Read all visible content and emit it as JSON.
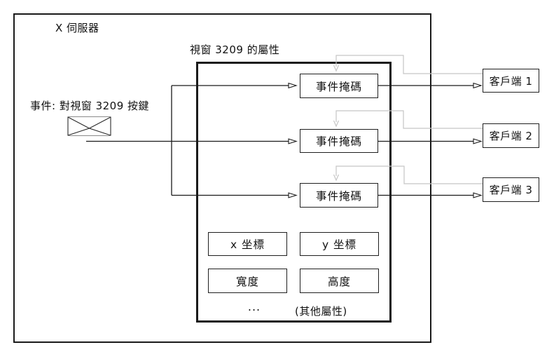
{
  "diagram": {
    "server_label": "X 伺服器",
    "properties_label": "視窗 3209 的屬性",
    "event_label": "事件: 對視窗 3209 按鍵",
    "event_masks": [
      {
        "label": "事件掩碼"
      },
      {
        "label": "事件掩碼"
      },
      {
        "label": "事件掩碼"
      }
    ],
    "properties": [
      {
        "label": "x 坐標"
      },
      {
        "label": "y 坐標"
      },
      {
        "label": "寬度"
      },
      {
        "label": "高度"
      }
    ],
    "ellipsis": "...",
    "other_properties_label": "(其他屬性)",
    "clients": [
      {
        "label": "客戶端 1"
      },
      {
        "label": "客戶端 2"
      },
      {
        "label": "客戶端 3"
      }
    ],
    "colors": {
      "line": "#1a1a1a",
      "feedback_line": "#c5c5c5"
    }
  }
}
